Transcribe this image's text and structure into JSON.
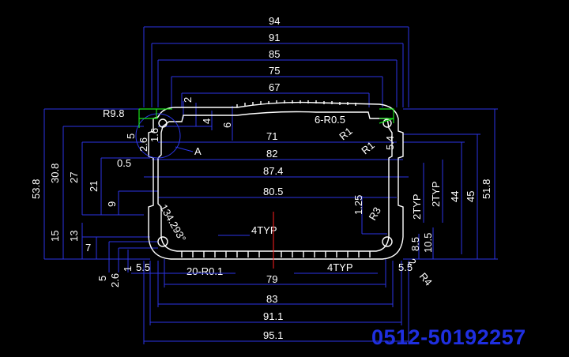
{
  "labels": {
    "top_94": "94",
    "top_91": "91",
    "top_85": "85",
    "top_75": "75",
    "top_67": "67",
    "top_2": "2",
    "top_4": "4",
    "top_6": "6",
    "top_6r05": "6-R0.5",
    "r98": "R9.8",
    "r1_a": "R1",
    "r1_b": "R1",
    "mid_71": "71",
    "mid_82": "82",
    "mid_874": "87.4",
    "mid_805": "80.5",
    "a_label": "A",
    "small_5": "5",
    "small_26": "2.6",
    "small_16": "1.6",
    "small_05": "0.5",
    "right_54": "5.4",
    "left_538": "53.8",
    "left_308": "30.8",
    "left_27": "27",
    "left_21": "21",
    "left_9": "9",
    "left_15": "15",
    "left_13": "13",
    "left_7": "7",
    "bot_5": "5",
    "bot_26": "2.6",
    "bot_1": "1",
    "bot_55_left": "5.5",
    "bot_55_right": "5.5",
    "arc_label": "134.293°",
    "typ4_top": "4TYP",
    "typ4_bottom": "4TYP",
    "r01": "20-R0.1",
    "bot_79": "79",
    "bot_83": "83",
    "bot_911": "91.1",
    "bot_951": "95.1",
    "r125": "1.25",
    "r3": "R3",
    "typ2_a": "2TYP",
    "typ2_b": "2TYP",
    "right_44": "44",
    "right_45": "45",
    "right_518": "51.8",
    "right_85": "8.5",
    "right_105": "10.5",
    "r4": "R4",
    "r2": "2"
  },
  "phone": "0512-50192257",
  "colors": {
    "background": "#000000",
    "dimension_line": "#2b35e6",
    "text": "#ffffff",
    "phone_text": "#1f2fe0",
    "center_line": "#ff2020",
    "highlight": "#18e018"
  }
}
